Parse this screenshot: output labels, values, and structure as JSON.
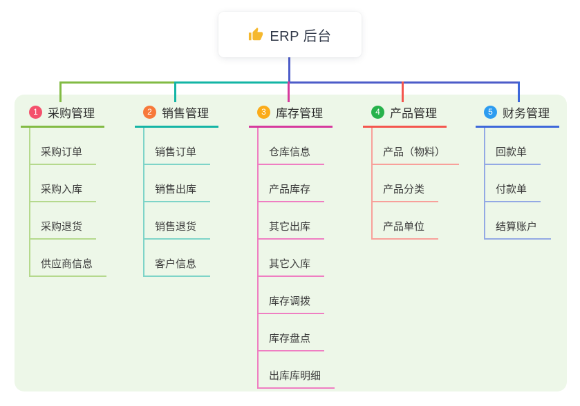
{
  "root": {
    "label": "ERP 后台",
    "icon": "thumbs-up-icon",
    "icon_color": "#f5b82e"
  },
  "colors": {
    "page_bg": "#ffffff",
    "backdrop_bg": "#edf7e8",
    "trunk": "#4d5cc9",
    "root_text": "#303848"
  },
  "branches": [
    {
      "badge": "1",
      "label": "采购管理",
      "badge_color": "#f4516c",
      "line_color": "#82bb44",
      "child_line_color": "#b5d98d",
      "children": [
        "采购订单",
        "采购入库",
        "采购退货",
        "供应商信息"
      ]
    },
    {
      "badge": "2",
      "label": "销售管理",
      "badge_color": "#f7793a",
      "line_color": "#14b5a5",
      "child_line_color": "#7ed4c8",
      "children": [
        "销售订单",
        "销售出库",
        "销售退货",
        "客户信息"
      ]
    },
    {
      "badge": "3",
      "label": "库存管理",
      "badge_color": "#fbab19",
      "line_color": "#d63a9e",
      "child_line_color": "#ef7ec2",
      "children": [
        "仓库信息",
        "产品库存",
        "其它出库",
        "其它入库",
        "库存调拨",
        "库存盘点",
        "出库库明细"
      ]
    },
    {
      "badge": "4",
      "label": "产品管理",
      "badge_color": "#27b24b",
      "line_color": "#f4564e",
      "child_line_color": "#f8a09a",
      "children": [
        "产品（物料）",
        "产品分类",
        "产品单位"
      ]
    },
    {
      "badge": "5",
      "label": "财务管理",
      "badge_color": "#2d9cf0",
      "line_color": "#3e68da",
      "child_line_color": "#93a9e4",
      "children": [
        "回款单",
        "付款单",
        "结算账户"
      ]
    }
  ]
}
